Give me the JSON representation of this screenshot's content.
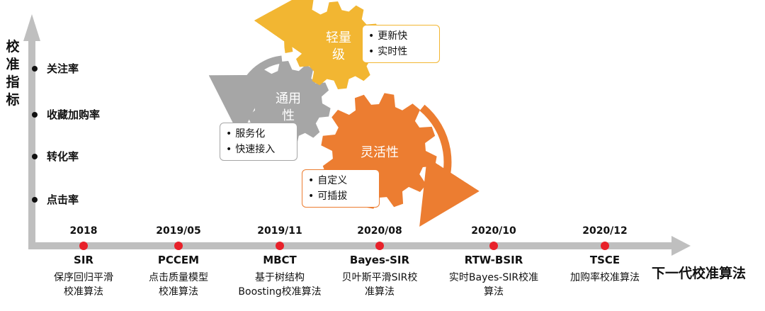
{
  "y_axis": {
    "label": [
      "校",
      "准",
      "指",
      "标"
    ],
    "metrics": [
      "关注率",
      "收藏加购率",
      "转化率",
      "点击率"
    ]
  },
  "x_axis": {
    "label": "下一代校准算法"
  },
  "timeline": [
    {
      "date": "2018",
      "name": "SIR",
      "desc": [
        "保序回归平滑",
        "校准算法"
      ]
    },
    {
      "date": "2019/05",
      "name": "PCCEM",
      "desc": [
        "点击质量模型",
        "校准算法"
      ]
    },
    {
      "date": "2019/11",
      "name": "MBCT",
      "desc": [
        "基于树结构",
        "Boosting校准算法"
      ]
    },
    {
      "date": "2020/08",
      "name": "Bayes-SIR",
      "desc": [
        "贝叶斯平滑SIR校",
        "准算法"
      ]
    },
    {
      "date": "2020/10",
      "name": "RTW-BSIR",
      "desc": [
        "实时Bayes-SIR校准",
        "算法"
      ]
    },
    {
      "date": "2020/12",
      "name": "TSCE",
      "desc": [
        "加购率校准算法"
      ]
    }
  ],
  "gears": {
    "lightweight": {
      "label": [
        "轻量",
        "级"
      ],
      "color": "#F2B632",
      "bullets": [
        "更新快",
        "实时性"
      ]
    },
    "general": {
      "label": [
        "通用",
        "性"
      ],
      "color": "#A6A6A6",
      "bullets": [
        "服务化",
        "快速接入"
      ]
    },
    "flexible": {
      "label": [
        "灵活性"
      ],
      "color": "#EC7D31",
      "bullets": [
        "自定义",
        "可插拔"
      ]
    }
  },
  "colors": {
    "axis": "#BFBFBF",
    "marker": "#E8212A"
  }
}
